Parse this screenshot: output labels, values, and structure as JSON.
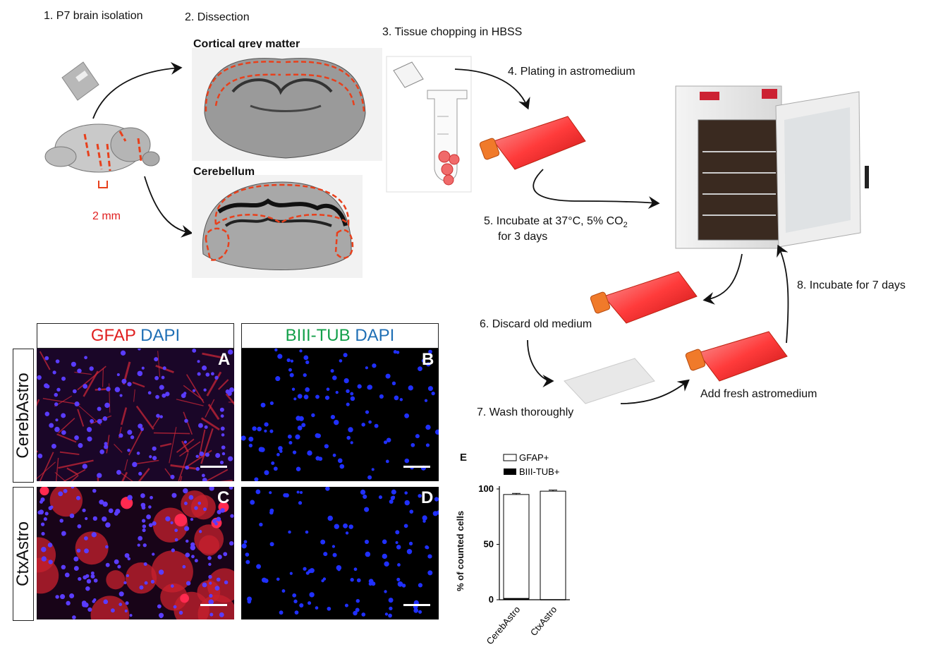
{
  "workflow": {
    "step1": "1. P7 brain isolation",
    "step2": "2. Dissection",
    "step3": "3. Tissue chopping in HBSS",
    "step4": "4. Plating in astromedium",
    "step5_line1": "5. Incubate at 37°C, 5% CO",
    "step5_sub": "2",
    "step5_line2": "for 3 days",
    "step6": "6. Discard old medium",
    "step7": "7. Wash thoroughly",
    "step8": "8. Incubate for 7 days",
    "add_fresh": "Add fresh astromedium",
    "region_cortical": "Cortical grey matter",
    "region_cerebellum": "Cerebellum",
    "measure": "2 mm"
  },
  "panels": {
    "header_left_a": "GFAP",
    "header_left_b": "DAPI",
    "header_right_a": "BIII-TUB",
    "header_right_b": "DAPI",
    "row1": "CerebAstro",
    "row2": "CtxAstro",
    "letters": [
      "A",
      "B",
      "C",
      "D"
    ]
  },
  "colors": {
    "red_stain": "#e01a2a",
    "blue_stain": "#1f6fb5",
    "green_stain": "#13a04a",
    "dissection_outline": "#e8401c"
  },
  "chart_data": {
    "type": "bar",
    "panel_letter": "E",
    "categories": [
      "CerebAstro",
      "CtxAstro"
    ],
    "series": [
      {
        "name": "GFAP+",
        "values": [
          95,
          98
        ],
        "errors": [
          1,
          1
        ],
        "fill": "white"
      },
      {
        "name": "BIII-TUB+",
        "values": [
          1.5,
          0.5
        ],
        "errors": [
          0.5,
          0.3
        ],
        "fill": "black"
      }
    ],
    "ylabel": "% of counted cells",
    "yticks": [
      "0",
      "50",
      "100"
    ],
    "ylim": [
      0,
      100
    ]
  }
}
